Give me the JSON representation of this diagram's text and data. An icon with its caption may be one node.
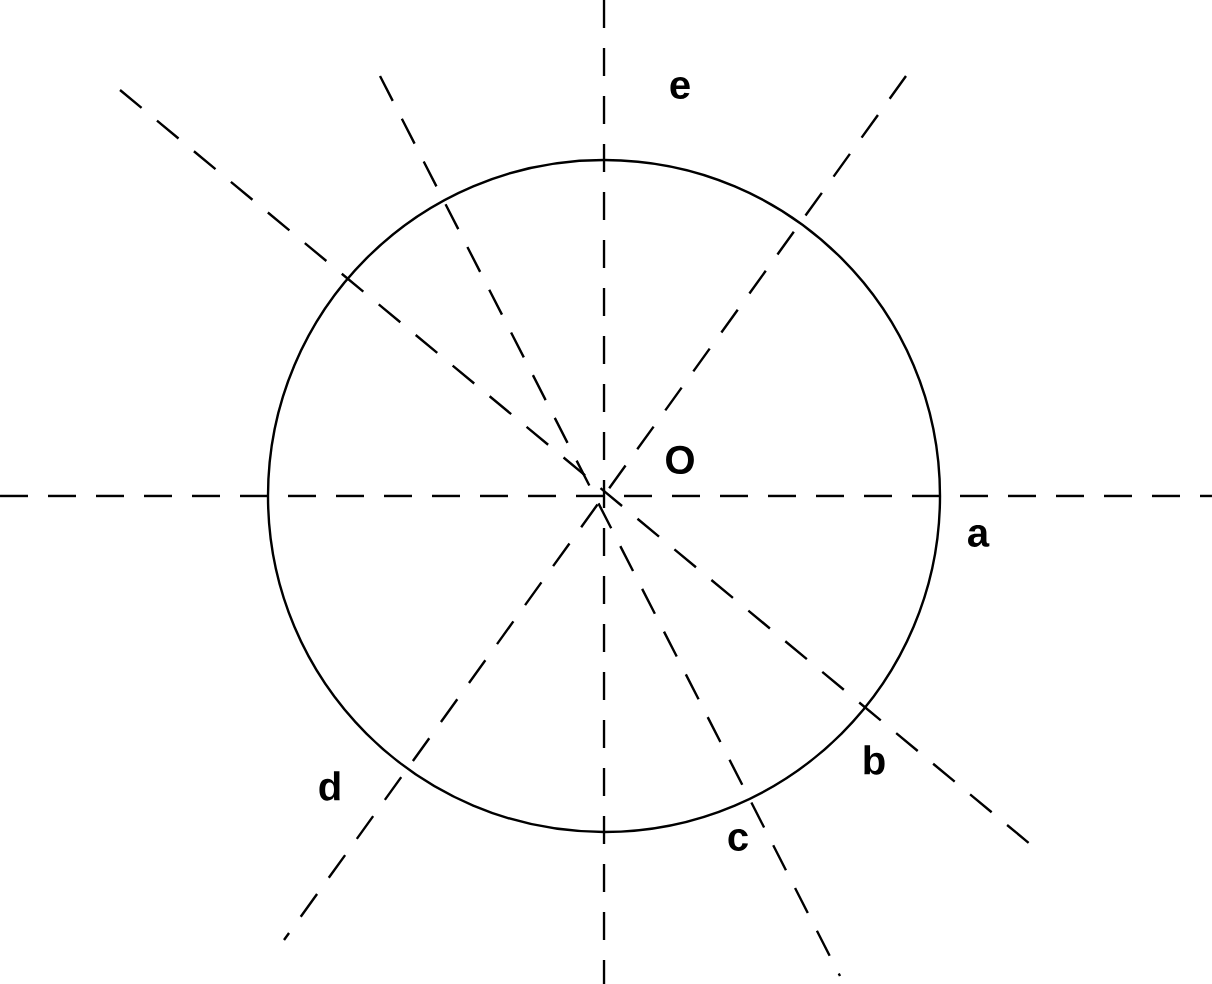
{
  "diagram": {
    "labels": [
      "e",
      "O",
      "a",
      "b",
      "c",
      "d"
    ]
  }
}
